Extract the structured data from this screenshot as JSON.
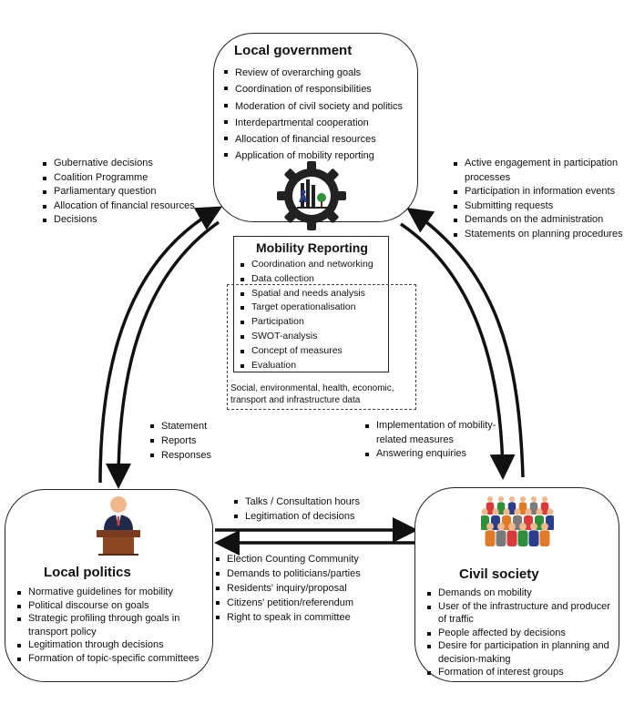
{
  "local_government": {
    "title": "Local government",
    "items": [
      "Review of overarching goals",
      "Coordination of responsibilities",
      "Moderation of civil society and politics",
      "Interdepartmental cooperation",
      "Allocation of financial resources",
      "Application of mobility reporting"
    ]
  },
  "mobility_reporting": {
    "title": "Mobility Reporting",
    "items": [
      "Coordination and networking",
      "Data collection",
      "Spatial and needs analysis",
      "Target operationalisation",
      "Participation",
      "SWOT-analysis",
      "Concept of measures",
      "Evaluation"
    ],
    "data_note": "Social, environmental, health, economic, transport and infrastructure data"
  },
  "local_politics": {
    "title": "Local politics",
    "items": [
      "Normative guidelines for mobility",
      "Political discourse on goals",
      "Strategic profiling through goals in transport policy",
      "Legitimation through decisions",
      "Formation of topic-specific committees"
    ]
  },
  "civil_society": {
    "title": "Civil society",
    "items": [
      "Demands on mobility",
      "User of the infrastructure and producer of traffic",
      "People affected by decisions",
      "Desire for participation in planning and decision-making",
      "Formation of interest groups"
    ]
  },
  "politics_to_government": {
    "items": [
      "Gubernative decisions",
      "Coalition Programme",
      "Parliamentary question",
      "Allocation of financial resources",
      "Decisions"
    ]
  },
  "government_to_politics": {
    "items": [
      "Statement",
      "Reports",
      "Responses"
    ]
  },
  "society_to_government": {
    "items": [
      "Active engagement in participation processes",
      "Participation in information events",
      "Submitting requests",
      "Demands on the administration",
      "Statements on planning procedures"
    ]
  },
  "government_to_society": {
    "items": [
      "Implementation of mobility-related measures",
      "Answering enquiries"
    ]
  },
  "politics_to_society": {
    "items": [
      "Talks / Consultation hours",
      "Legitimation of decisions"
    ]
  },
  "society_to_politics": {
    "items": [
      "Election Counting Community",
      "Demands to politicians/parties",
      "Residents' inquiry/proposal",
      "Citizens' petition/referendum",
      "Right to speak in committee"
    ]
  },
  "colors": {
    "line": "#111111",
    "gear": "#222222",
    "podium": "#7a3b1e",
    "speaker_suit": "#1f2a4a",
    "crowd": [
      "#d93a3a",
      "#2f8f3a",
      "#2b3e8c",
      "#e07b2a",
      "#7a7a7a"
    ]
  }
}
